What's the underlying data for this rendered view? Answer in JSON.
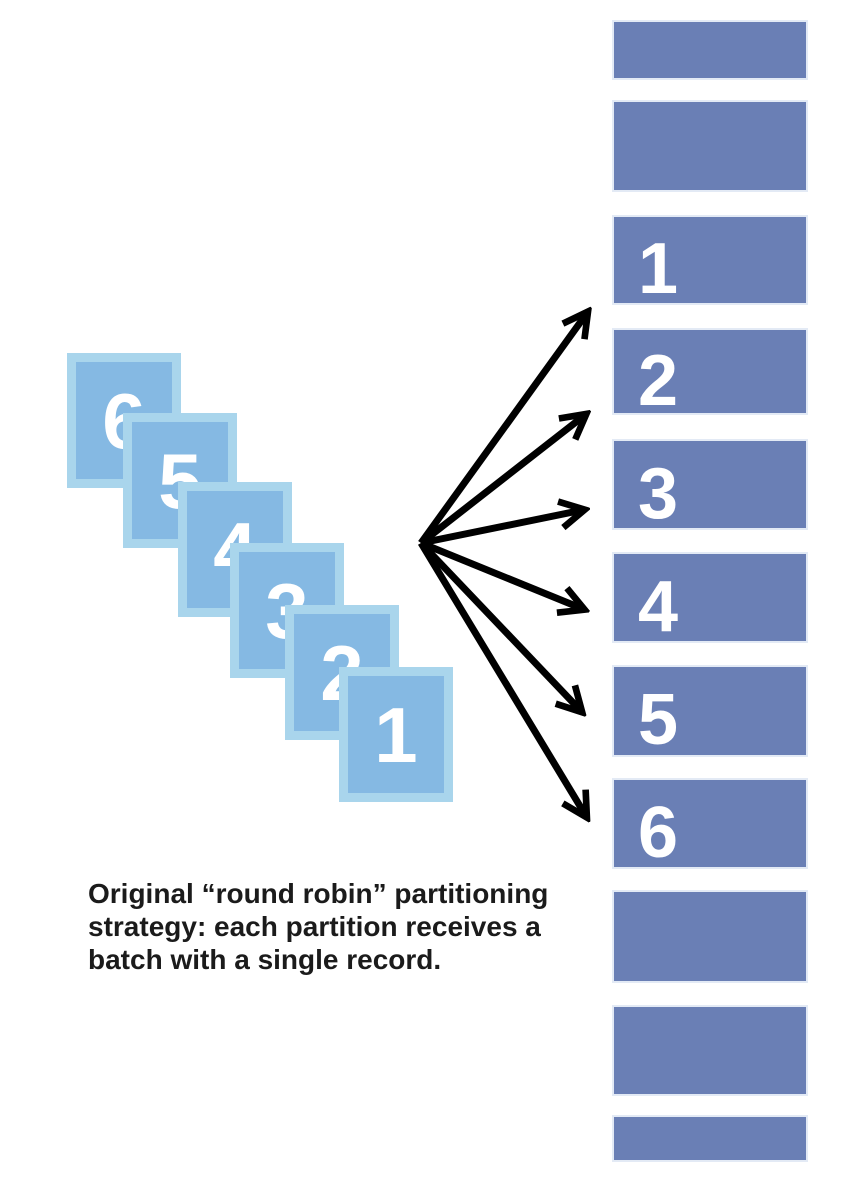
{
  "caption": {
    "text": "Original “round robin” partitioning\nstrategy: each partition receives a\nbatch with a single record."
  },
  "source_stack": {
    "records": [
      {
        "label": "6"
      },
      {
        "label": "5"
      },
      {
        "label": "4"
      },
      {
        "label": "3"
      },
      {
        "label": "2"
      },
      {
        "label": "1"
      }
    ]
  },
  "partition_column": {
    "partitions": [
      {
        "label": ""
      },
      {
        "label": ""
      },
      {
        "label": "1"
      },
      {
        "label": "2"
      },
      {
        "label": "3"
      },
      {
        "label": "4"
      },
      {
        "label": "5"
      },
      {
        "label": "6"
      },
      {
        "label": ""
      },
      {
        "label": ""
      },
      {
        "label": ""
      }
    ]
  },
  "arrows": {
    "count": 6
  },
  "colors": {
    "partition_fill": "#6A7FB5",
    "partition_border": "#E3EAF5",
    "record_fill": "#85B9E3",
    "record_border": "#A9D5EC",
    "arrow_color": "#000000",
    "digit_color": "#FFFFFF",
    "caption_color": "#1B1B1B"
  }
}
